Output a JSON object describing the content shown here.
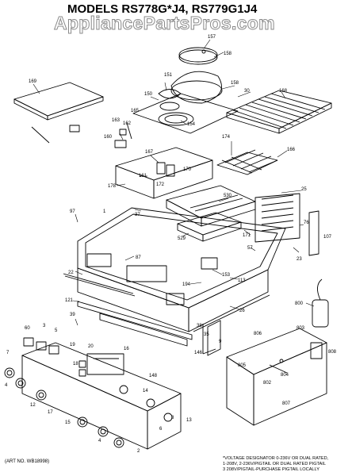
{
  "header": {
    "models": "MODELS RS778G*J4, RS779G1J4",
    "watermark": "AppliancePartsPros.com"
  },
  "footer": {
    "art_no": "(ART NO. WB18998)",
    "notes": [
      "*VOLTAGE DESIGNATOR 0-236V OR DUAL RATED,",
      "1-208V, 2-236V/PIGTAIL OR DUAL RATED PIGTAIL",
      "3 208V/PIGTAIL-PURCHASE PIGTAIL LOCALLY"
    ]
  },
  "callouts": {
    "c157": "157",
    "c158a": "158",
    "c158b": "158",
    "c30": "30",
    "c168": "168",
    "c169": "169",
    "c151": "151",
    "c150": "150",
    "c154": "154",
    "c165": "165",
    "c163": "163",
    "c162": "162",
    "c160": "160",
    "c167": "167",
    "c170": "170",
    "c161": "161",
    "c172": "172",
    "c178": "178",
    "c174": "174",
    "c166": "166",
    "c25": "25",
    "c530": "530",
    "c97": "97",
    "c1": "1",
    "c37": "37",
    "c171": "171",
    "c76": "76",
    "c529": "529",
    "c107": "107",
    "c87": "87",
    "c57": "57",
    "c23": "23",
    "c22": "22",
    "c153": "153",
    "c113": "113",
    "c194": "194",
    "c121": "121",
    "c26": "26",
    "c800": "800",
    "c39": "39",
    "c60": "60",
    "c3": "3",
    "c5": "5",
    "c38": "38",
    "c35": "35",
    "c146": "146",
    "c9": "9",
    "c806a": "806",
    "c803": "803",
    "c808": "808",
    "c805": "805",
    "c804": "804",
    "c802": "802",
    "c7": "7",
    "c19": "19",
    "c20": "20",
    "c16": "16",
    "c18": "18",
    "c148": "148",
    "c4a": "4",
    "c12": "12",
    "c17": "17",
    "c15": "15",
    "c14": "14",
    "c6": "6",
    "c8": "8",
    "c13": "13",
    "c807": "807",
    "c4b": "4",
    "c2": "2"
  }
}
